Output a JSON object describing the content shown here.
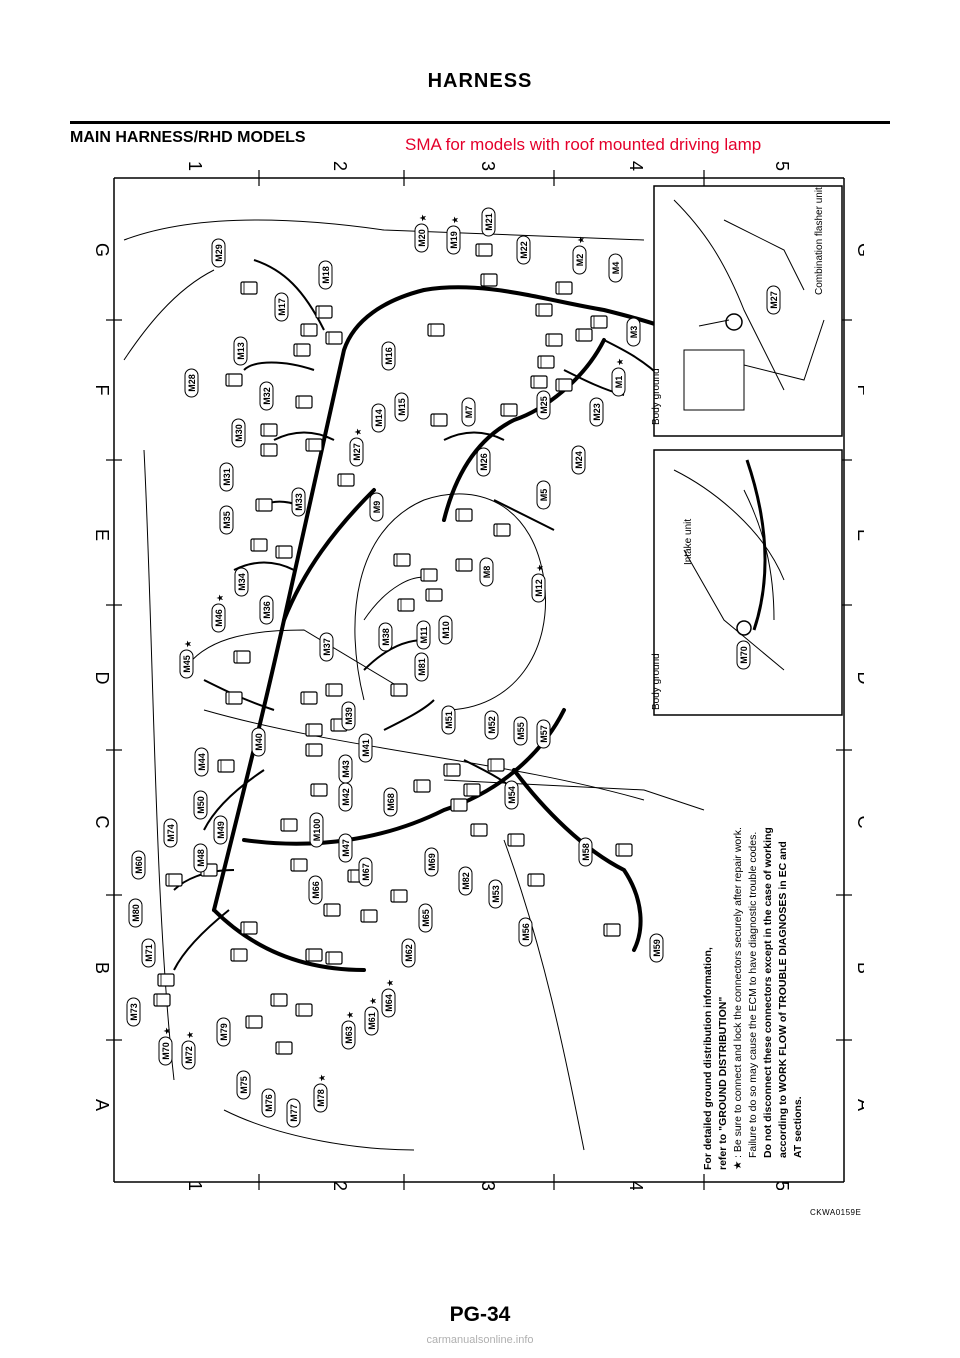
{
  "header": {
    "title": "HARNESS"
  },
  "section": {
    "title": "MAIN HARNESS/RHD MODELS",
    "annotation": "SMA for models with roof mounted driving lamp"
  },
  "grid": {
    "numbers": [
      "1",
      "2",
      "3",
      "4",
      "5"
    ],
    "letters": [
      "G",
      "F",
      "E",
      "D",
      "C",
      "B",
      "A"
    ]
  },
  "connectors": [
    {
      "id": "M1",
      "star": true
    },
    {
      "id": "M2",
      "star": true
    },
    {
      "id": "M3",
      "star": false
    },
    {
      "id": "M4",
      "star": false
    },
    {
      "id": "M5",
      "star": false
    },
    {
      "id": "M7",
      "star": false
    },
    {
      "id": "M8",
      "star": false
    },
    {
      "id": "M9",
      "star": false
    },
    {
      "id": "M10",
      "star": false
    },
    {
      "id": "M11",
      "star": false
    },
    {
      "id": "M12",
      "star": true
    },
    {
      "id": "M13",
      "star": false
    },
    {
      "id": "M14",
      "star": false
    },
    {
      "id": "M15",
      "star": false
    },
    {
      "id": "M16",
      "star": false
    },
    {
      "id": "M17",
      "star": false
    },
    {
      "id": "M18",
      "star": false
    },
    {
      "id": "M19",
      "star": true
    },
    {
      "id": "M20",
      "star": true
    },
    {
      "id": "M21",
      "star": false
    },
    {
      "id": "M22",
      "star": false
    },
    {
      "id": "M23",
      "star": false
    },
    {
      "id": "M24",
      "star": false
    },
    {
      "id": "M25",
      "star": false
    },
    {
      "id": "M26",
      "star": false
    },
    {
      "id": "M27",
      "star": true
    },
    {
      "id": "M28",
      "star": false
    },
    {
      "id": "M29",
      "star": false
    },
    {
      "id": "M30",
      "star": false
    },
    {
      "id": "M31",
      "star": false
    },
    {
      "id": "M32",
      "star": false
    },
    {
      "id": "M33",
      "star": false
    },
    {
      "id": "M34",
      "star": false
    },
    {
      "id": "M35",
      "star": false
    },
    {
      "id": "M36",
      "star": false
    },
    {
      "id": "M37",
      "star": false
    },
    {
      "id": "M38",
      "star": false
    },
    {
      "id": "M39",
      "star": false
    },
    {
      "id": "M40",
      "star": false
    },
    {
      "id": "M41",
      "star": false
    },
    {
      "id": "M42",
      "star": false
    },
    {
      "id": "M43",
      "star": false
    },
    {
      "id": "M44",
      "star": false
    },
    {
      "id": "M45",
      "star": true
    },
    {
      "id": "M46",
      "star": true
    },
    {
      "id": "M47",
      "star": false
    },
    {
      "id": "M48",
      "star": false
    },
    {
      "id": "M49",
      "star": false
    },
    {
      "id": "M50",
      "star": false
    },
    {
      "id": "M51",
      "star": false
    },
    {
      "id": "M52",
      "star": false
    },
    {
      "id": "M53",
      "star": false
    },
    {
      "id": "M54",
      "star": false
    },
    {
      "id": "M55",
      "star": false
    },
    {
      "id": "M56",
      "star": false
    },
    {
      "id": "M57",
      "star": false
    },
    {
      "id": "M58",
      "star": false
    },
    {
      "id": "M59",
      "star": false
    },
    {
      "id": "M60",
      "star": false
    },
    {
      "id": "M61",
      "star": true
    },
    {
      "id": "M62",
      "star": false
    },
    {
      "id": "M63",
      "star": true
    },
    {
      "id": "M64",
      "star": true
    },
    {
      "id": "M65",
      "star": false
    },
    {
      "id": "M66",
      "star": false
    },
    {
      "id": "M67",
      "star": false
    },
    {
      "id": "M68",
      "star": false
    },
    {
      "id": "M69",
      "star": false
    },
    {
      "id": "M70",
      "star": true
    },
    {
      "id": "M71",
      "star": false
    },
    {
      "id": "M72",
      "star": true
    },
    {
      "id": "M73",
      "star": false
    },
    {
      "id": "M74",
      "star": false
    },
    {
      "id": "M75",
      "star": false
    },
    {
      "id": "M76",
      "star": false
    },
    {
      "id": "M77",
      "star": false
    },
    {
      "id": "M78",
      "star": true
    },
    {
      "id": "M79",
      "star": false
    },
    {
      "id": "M80",
      "star": false
    },
    {
      "id": "M81",
      "star": false
    },
    {
      "id": "M82",
      "star": false
    },
    {
      "id": "M100",
      "star": false
    }
  ],
  "inset_top": {
    "connector": "M27",
    "label1": "Combination flasher unit",
    "label2": "Body ground"
  },
  "inset_bottom": {
    "connector": "M70",
    "label1": "Intake unit",
    "label2": "Body ground"
  },
  "notes": {
    "line1": "For detailed ground distribution information,",
    "line2": "refer to \"GROUND DISTRIBUTION\"",
    "star": "★",
    "line3": ": Be sure to connect and lock the connectors securely after repair work.",
    "line4": "Failure to do so may cause the ECM to have diagnostic trouble codes.",
    "line5": "Do not disconnect these connectors except in the case of working",
    "line6": "according to WORK FLOW of TROUBLE DIAGNOSES in EC and",
    "line7": "AT sections."
  },
  "figure_code": "CKWA0159E",
  "footer": {
    "page": "PG-34",
    "watermark": "carmanualsonline.info"
  }
}
